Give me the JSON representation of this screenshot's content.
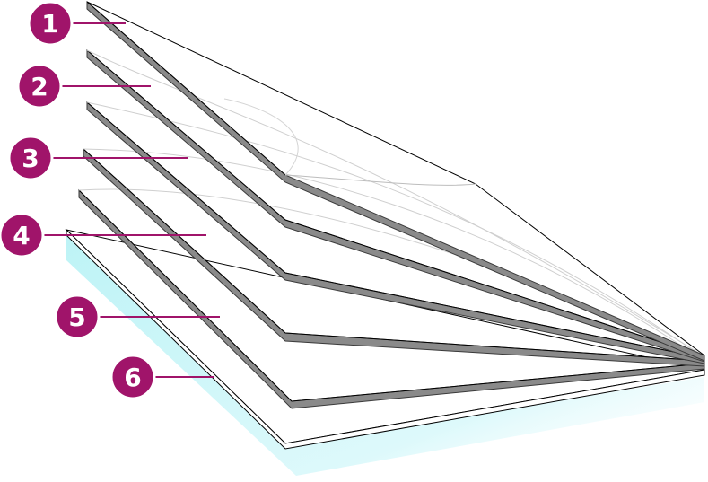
{
  "diagram": {
    "layers": [
      {
        "label": "1"
      },
      {
        "label": "2"
      },
      {
        "label": "3"
      },
      {
        "label": "4"
      },
      {
        "label": "5"
      },
      {
        "label": "6"
      }
    ],
    "colors": {
      "callout": "#A0146A",
      "callout_line": "#A0146A",
      "sheet_edge": "#7A7A7A",
      "sheet_edge_dark": "#4A4A4A",
      "base_glass": "#C8F6F8",
      "outline": "#000000"
    }
  }
}
